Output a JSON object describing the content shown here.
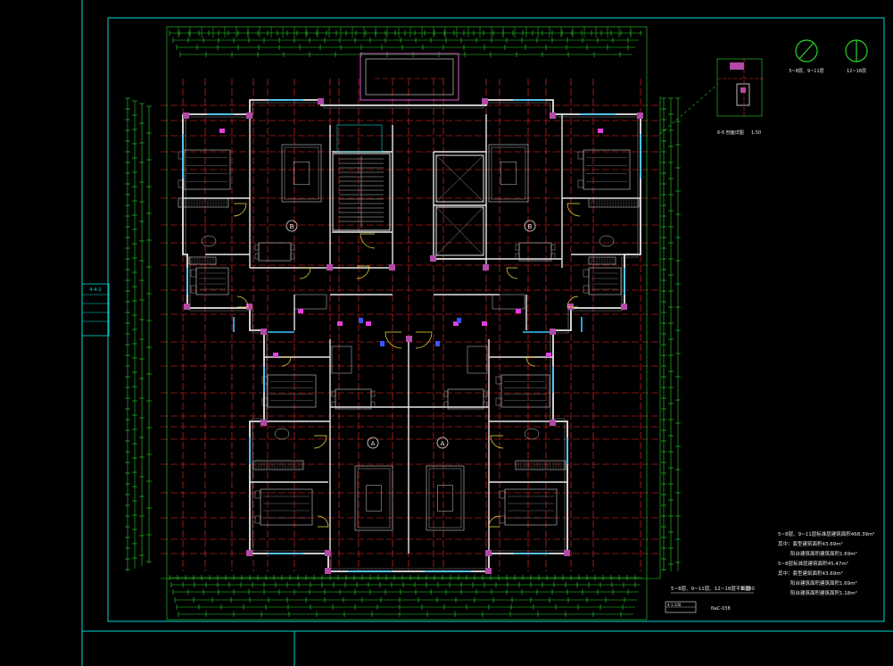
{
  "drawing": {
    "title": "5~8层、9~11层、12~18层平面图",
    "scale": "1:100",
    "unit_labels": [
      "A",
      "A",
      "B",
      "B"
    ],
    "compass": [
      "5~8层、9~11层",
      "12~18层"
    ],
    "detail_title": "6-6 剖面详图",
    "detail_scale": "1:50",
    "area_notes": [
      "5~8层、9~11层标准层建筑面积468.39m²",
      "其中：套型建筑面积43.69m²",
      "阳台建筑面积建筑面积1.69m²",
      "5~8层标准层建筑面积45.47m²",
      "其中：套型建筑面积43.69m²",
      "阳台建筑面积建筑面积1.69m²",
      "阳台建筑面积建筑面积1.18m²"
    ],
    "stamp_left": "4-1.100",
    "stamp_code": "NaC-038",
    "left_sheet_label": "4-4-2"
  },
  "colors": {
    "background": "#000000",
    "frame": "#00d7d7",
    "axis": "#ff2a2a",
    "dimension": "#29d529",
    "wall": "#e8e8e8",
    "furniture": "#c7c7c7",
    "door": "#f0e040",
    "window": "#3cc8ff",
    "magenta": "#e040e0",
    "wall_fill": "#b14aa8"
  }
}
